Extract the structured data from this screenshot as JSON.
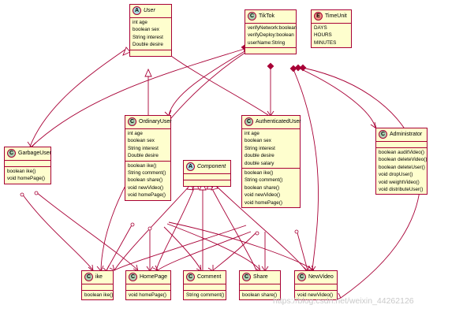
{
  "classes": {
    "user": {
      "badge": "A",
      "name": "User",
      "fields": [
        "int age",
        "boolean sex",
        "String interest",
        "Double desire"
      ],
      "methods": []
    },
    "tiktok": {
      "badge": "C",
      "name": "TikTok",
      "fields": [
        "verifyNetwork:boolean",
        "verifyDeploy:boolean",
        "userName:String"
      ],
      "methods": []
    },
    "timeunit": {
      "badge": "E",
      "name": "TimeUnit",
      "fields": [
        "DAYS",
        "HOURS",
        "MINUTES"
      ],
      "methods": []
    },
    "garbageuser": {
      "badge": "C",
      "name": "GarbageUser",
      "fields": [],
      "methods": [
        "boolean ike()",
        "void homePage()"
      ]
    },
    "ordinaryuser": {
      "badge": "C",
      "name": "OrdinaryUser",
      "fields": [
        "int age",
        "boolean sex",
        "String interest",
        "Double desire"
      ],
      "methods": [
        "boolean ike()",
        "String comment()",
        "boolean  share()",
        "void  newVideo()",
        "void homePage()"
      ]
    },
    "authenticateduser": {
      "badge": "C",
      "name": "AuthenticatedUser",
      "fields": [
        "int age",
        "boolean sex",
        "String interest",
        "double desire",
        "double salary"
      ],
      "methods": [
        "boolean ike()",
        "String comment()",
        "boolean  share()",
        "void  newVideo()",
        "void homePage()"
      ]
    },
    "administrator": {
      "badge": "C",
      "name": "Administrator",
      "fields": [],
      "methods": [
        "boolean auditVideo()",
        "boolean deleteVideo()",
        "boolean deleteUser()",
        "void dropUser()",
        "void weightVideo()",
        "void distributeUser()"
      ]
    },
    "component": {
      "badge": "A",
      "name": "Component",
      "fields": [],
      "methods": []
    },
    "ike": {
      "badge": "C",
      "name": "ike",
      "fields": [],
      "methods": [
        "boolean ike()"
      ]
    },
    "homepage": {
      "badge": "C",
      "name": "HomePage",
      "fields": [],
      "methods": [
        "void homePage()"
      ]
    },
    "comment": {
      "badge": "C",
      "name": "Comment",
      "fields": [],
      "methods": [
        "String comment()"
      ]
    },
    "share": {
      "badge": "C",
      "name": "Share",
      "fields": [],
      "methods": [
        "boolean share()"
      ]
    },
    "newvideo": {
      "badge": "C",
      "name": "NewVideo",
      "fields": [],
      "methods": [
        "void newVideo()"
      ]
    }
  },
  "colors": {
    "line": "#A80036",
    "fill": "#FEFECE",
    "badge_c": "#ADD1B2",
    "badge_a": "#A9DCDF",
    "badge_e": "#EB937F"
  },
  "watermark": "https://blog.csdn.net/weixin_44262126"
}
